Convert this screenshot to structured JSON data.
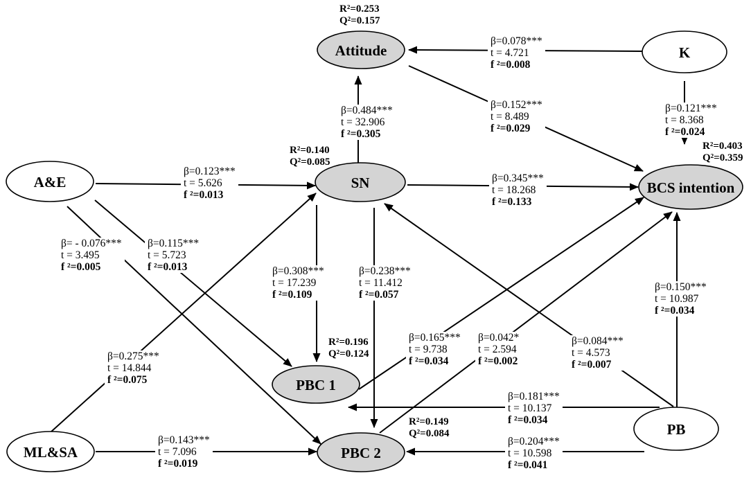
{
  "colors": {
    "endogenous_fill": "#d4d4d4",
    "exogenous_fill": "#ffffff",
    "stroke": "#000000"
  },
  "nodes": {
    "attitude": {
      "label": "Attitude",
      "r2": "R²=0.253",
      "q2": "Q²=0.157"
    },
    "k": {
      "label": "K"
    },
    "sn": {
      "label": "SN",
      "r2": "R²=0.140",
      "q2": "Q²=0.085"
    },
    "ae": {
      "label": "A&E"
    },
    "bcs_intention": {
      "label": "BCS intention",
      "r2": "R²=0.403",
      "q2": "Q²=0.359"
    },
    "pbc1": {
      "label": "PBC 1",
      "r2": "R²=0.196",
      "q2": "Q²=0.124"
    },
    "pbc2": {
      "label": "PBC 2",
      "r2": "R²=0.149",
      "q2": "Q²=0.084"
    },
    "mlsa": {
      "label": "ML&SA"
    },
    "pb": {
      "label": "PB"
    }
  },
  "paths": {
    "k_to_attitude": {
      "beta": "β=0.078***",
      "t": "t = 4.721",
      "f2": "f ²=0.008"
    },
    "attitude_to_bcs_intention": {
      "beta": "β=0.152***",
      "t": "t = 8.489",
      "f2": "f ²=0.029"
    },
    "sn_to_attitude": {
      "beta": "β=0.484***",
      "t": "t = 32.906",
      "f2": "f ²=0.305"
    },
    "k_to_bcs_intention": {
      "beta": "β=0.121***",
      "t": "t = 8.368",
      "f2": "f ²=0.024"
    },
    "ae_to_sn": {
      "beta": "β=0.123***",
      "t": "t = 5.626",
      "f2": "f ²=0.013"
    },
    "sn_to_bcs_intention": {
      "beta": "β=0.345***",
      "t": "t = 18.268",
      "f2": "f ²=0.133"
    },
    "ae_to_pbc2": {
      "beta": "β= - 0.076***",
      "t": "t = 3.495",
      "f2": "f ²=0.005"
    },
    "ae_to_pbc1": {
      "beta": "β=0.115***",
      "t": "t = 5.723",
      "f2": "f ²=0.013"
    },
    "sn_to_pbc1": {
      "beta": "β=0.308***",
      "t": "t = 17.239",
      "f2": "f ²=0.109"
    },
    "sn_to_pbc2": {
      "beta": "β=0.238***",
      "t": "t = 11.412",
      "f2": "f ²=0.057"
    },
    "mlsa_to_sn": {
      "beta": "β=0.275***",
      "t": "t = 14.844",
      "f2": "f ²=0.075"
    },
    "pbc1_to_bcs_intention": {
      "beta": "β=0.165***",
      "t": "t = 9.738",
      "f2": "f ²=0.034"
    },
    "pbc2_to_bcs_intention": {
      "beta": "β=0.042*",
      "t": "t = 2.594",
      "f2": "f ²=0.002"
    },
    "pb_to_sn": {
      "beta": "β=0.084***",
      "t": "t = 4.573",
      "f2": "f ²=0.007"
    },
    "pb_to_bcs_intention": {
      "beta": "β=0.150***",
      "t": "t = 10.987",
      "f2": "f ²=0.034"
    },
    "pb_to_pbc1": {
      "beta": "β=0.181***",
      "t": "t = 10.137",
      "f2": "f ²=0.034"
    },
    "pb_to_pbc2": {
      "beta": "β=0.204***",
      "t": "t = 10.598",
      "f2": "f ²=0.041"
    },
    "mlsa_to_pbc2": {
      "beta": "β=0.143***",
      "t": "t = 7.096",
      "f2": "f ²=0.019"
    }
  }
}
